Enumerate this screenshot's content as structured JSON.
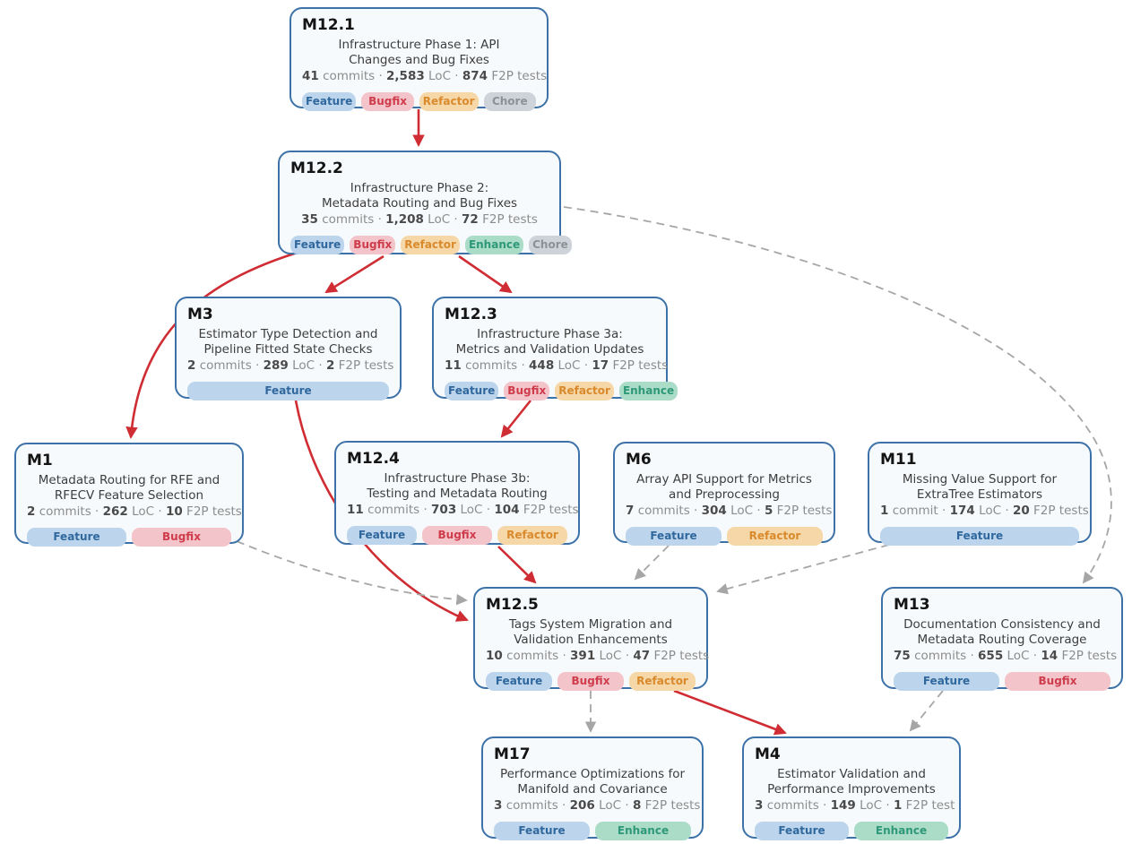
{
  "diagram": {
    "title": "milestone-dependency-graph",
    "stats_separator": "·"
  },
  "colors": {
    "node_border": "#3d72a8",
    "node_bg": "#f7fafc",
    "edge_solid": "#cf2d33",
    "edge_dashed": "#a6a6a6"
  },
  "tag_styles": {
    "Feature": {
      "bg": "#bcd5ec",
      "fg": "#30689e"
    },
    "Bugfix": {
      "bg": "#f3c4c9",
      "fg": "#cf3c4c"
    },
    "Refactor": {
      "bg": "#f6d7a7",
      "fg": "#d98a2d"
    },
    "Enhance": {
      "bg": "#abdcc8",
      "fg": "#2f9878"
    },
    "Chore": {
      "bg": "#ced3d9",
      "fg": "#8b9199"
    }
  },
  "nodes": [
    {
      "id": "M12.1",
      "description": "Infrastructure Phase 1: API\nChanges and Bug Fixes",
      "stats": {
        "commits": "41",
        "commits_label": "commits",
        "loc": "2,583",
        "loc_label": "LoC",
        "tests": "874",
        "tests_label": "F2P tests"
      },
      "tags": [
        "Feature",
        "Bugfix",
        "Refactor",
        "Chore"
      ]
    },
    {
      "id": "M12.2",
      "description": "Infrastructure Phase 2:\nMetadata Routing and Bug Fixes",
      "stats": {
        "commits": "35",
        "commits_label": "commits",
        "loc": "1,208",
        "loc_label": "LoC",
        "tests": "72",
        "tests_label": "F2P tests"
      },
      "tags": [
        "Feature",
        "Bugfix",
        "Refactor",
        "Enhance",
        "Chore"
      ]
    },
    {
      "id": "M3",
      "description": "Estimator Type Detection and\nPipeline Fitted State Checks",
      "stats": {
        "commits": "2",
        "commits_label": "commits",
        "loc": "289",
        "loc_label": "LoC",
        "tests": "2",
        "tests_label": "F2P tests"
      },
      "tags": [
        "Feature"
      ]
    },
    {
      "id": "M12.3",
      "description": "Infrastructure Phase 3a:\nMetrics and Validation Updates",
      "stats": {
        "commits": "11",
        "commits_label": "commits",
        "loc": "448",
        "loc_label": "LoC",
        "tests": "17",
        "tests_label": "F2P tests"
      },
      "tags": [
        "Feature",
        "Bugfix",
        "Refactor",
        "Enhance"
      ]
    },
    {
      "id": "M1",
      "description": "Metadata Routing for RFE and\nRFECV Feature Selection",
      "stats": {
        "commits": "2",
        "commits_label": "commits",
        "loc": "262",
        "loc_label": "LoC",
        "tests": "10",
        "tests_label": "F2P tests"
      },
      "tags": [
        "Feature",
        "Bugfix"
      ]
    },
    {
      "id": "M12.4",
      "description": "Infrastructure Phase 3b:\nTesting and Metadata Routing",
      "stats": {
        "commits": "11",
        "commits_label": "commits",
        "loc": "703",
        "loc_label": "LoC",
        "tests": "104",
        "tests_label": "F2P tests"
      },
      "tags": [
        "Feature",
        "Bugfix",
        "Refactor"
      ]
    },
    {
      "id": "M6",
      "description": "Array API Support for Metrics\nand Preprocessing",
      "stats": {
        "commits": "7",
        "commits_label": "commits",
        "loc": "304",
        "loc_label": "LoC",
        "tests": "5",
        "tests_label": "F2P tests"
      },
      "tags": [
        "Feature",
        "Refactor"
      ]
    },
    {
      "id": "M11",
      "description": "Missing Value Support for\nExtraTree Estimators",
      "stats": {
        "commits": "1",
        "commits_label": "commit",
        "loc": "174",
        "loc_label": "LoC",
        "tests": "20",
        "tests_label": "F2P tests"
      },
      "tags": [
        "Feature"
      ]
    },
    {
      "id": "M12.5",
      "description": "Tags System Migration and\nValidation Enhancements",
      "stats": {
        "commits": "10",
        "commits_label": "commits",
        "loc": "391",
        "loc_label": "LoC",
        "tests": "47",
        "tests_label": "F2P tests"
      },
      "tags": [
        "Feature",
        "Bugfix",
        "Refactor"
      ]
    },
    {
      "id": "M13",
      "description": "Documentation Consistency and\nMetadata Routing Coverage",
      "stats": {
        "commits": "75",
        "commits_label": "commits",
        "loc": "655",
        "loc_label": "LoC",
        "tests": "14",
        "tests_label": "F2P tests"
      },
      "tags": [
        "Feature",
        "Bugfix"
      ]
    },
    {
      "id": "M17",
      "description": "Performance Optimizations for\nManifold and Covariance",
      "stats": {
        "commits": "3",
        "commits_label": "commits",
        "loc": "206",
        "loc_label": "LoC",
        "tests": "8",
        "tests_label": "F2P tests"
      },
      "tags": [
        "Feature",
        "Enhance"
      ]
    },
    {
      "id": "M4",
      "description": "Estimator Validation and\nPerformance Improvements",
      "stats": {
        "commits": "3",
        "commits_label": "commits",
        "loc": "149",
        "loc_label": "LoC",
        "tests": "1",
        "tests_label": "F2P test"
      },
      "tags": [
        "Feature",
        "Enhance"
      ]
    }
  ],
  "edges": [
    {
      "from": "M12.1",
      "to": "M12.2",
      "style": "solid"
    },
    {
      "from": "M12.2",
      "to": "M3",
      "style": "solid"
    },
    {
      "from": "M12.2",
      "to": "M12.3",
      "style": "solid"
    },
    {
      "from": "M12.2",
      "to": "M1",
      "style": "solid"
    },
    {
      "from": "M12.3",
      "to": "M12.4",
      "style": "solid"
    },
    {
      "from": "M3",
      "to": "M12.5",
      "style": "solid"
    },
    {
      "from": "M12.4",
      "to": "M12.5",
      "style": "solid"
    },
    {
      "from": "M12.5",
      "to": "M4",
      "style": "solid"
    },
    {
      "from": "M12.2",
      "to": "M13",
      "style": "dashed"
    },
    {
      "from": "M1",
      "to": "M12.5",
      "style": "dashed"
    },
    {
      "from": "M6",
      "to": "M12.5",
      "style": "dashed"
    },
    {
      "from": "M11",
      "to": "M12.5",
      "style": "dashed"
    },
    {
      "from": "M12.5",
      "to": "M17",
      "style": "dashed"
    },
    {
      "from": "M13",
      "to": "M4",
      "style": "dashed"
    }
  ]
}
